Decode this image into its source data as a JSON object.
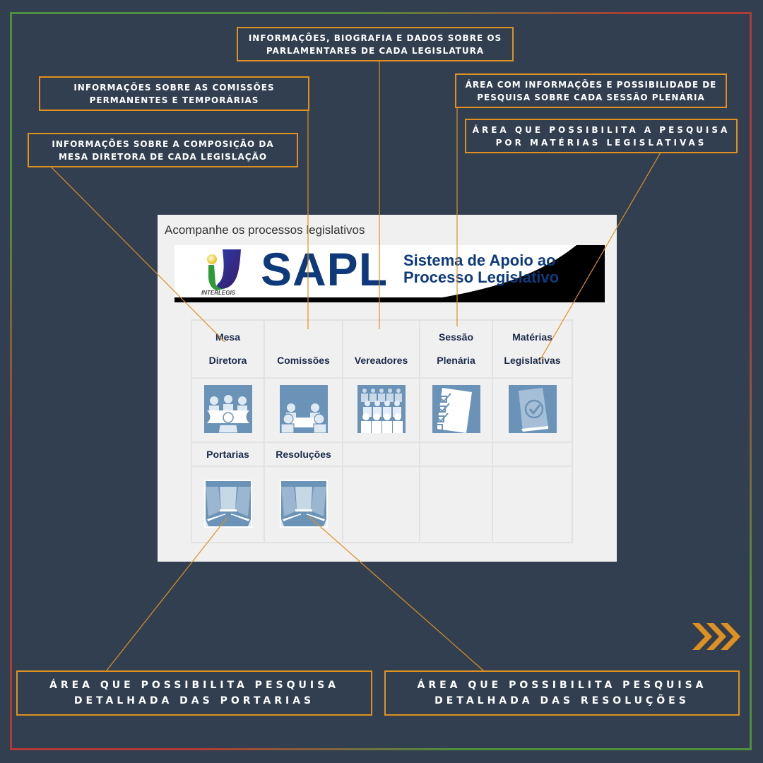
{
  "panel": {
    "title": "Acompanhe os processos legislativos",
    "banner": {
      "logo_text": "INTERLEGIS",
      "acronym": "SAPL",
      "subtitle_line1": "Sistema de Apoio ao",
      "subtitle_line2": "Processo Legislativo"
    },
    "grid": {
      "row1": [
        {
          "line1": "Mesa",
          "line2": "Diretora",
          "icon": "meeting-table-icon"
        },
        {
          "line1": "",
          "line2": "Comissões",
          "icon": "committee-icon"
        },
        {
          "line1": "",
          "line2": "Vereadores",
          "icon": "council-members-icon"
        },
        {
          "line1": "Sessão",
          "line2": "Plenária",
          "icon": "checklist-icon"
        },
        {
          "line1": "Matérias",
          "line2": "Legislativas",
          "icon": "approved-document-icon"
        }
      ],
      "row2": [
        {
          "label": "Portarias",
          "icon": "auditorium-icon"
        },
        {
          "label": "Resoluções",
          "icon": "auditorium-icon"
        }
      ]
    }
  },
  "callouts": {
    "vereadores": {
      "line1": "INFORMAÇÕES, BIOGRAFIA E DADOS SOBRE OS",
      "line2": "PARLAMENTARES DE CADA LEGISLATURA"
    },
    "comissoes": {
      "line1": "INFORMAÇÕES SOBRE AS COMISSÕES",
      "line2": "PERMANENTES E TEMPORÁRIAS"
    },
    "mesa": {
      "line1": "INFORMAÇÕES SOBRE A COMPOSIÇÃO DA",
      "line2": "MESA DIRETORA DE CADA LEGISLAÇÃO"
    },
    "sessao": {
      "line1": "ÁREA COM INFORMAÇÕES E POSSIBILIDADE DE",
      "line2": "PESQUISA SOBRE CADA SESSÃO PLENÁRIA"
    },
    "materias": {
      "line1": "ÁREA QUE POSSIBILITA A PESQUISA",
      "line2": "POR MATÉRIAS LEGISLATIVAS"
    },
    "portarias": {
      "line1": "ÁREA QUE POSSIBILITA PESQUISA",
      "line2": "DETALHADA DAS PORTARIAS"
    },
    "resolucoes": {
      "line1": "ÁREA QUE POSSIBILITA PESQUISA",
      "line2": "DETALHADA DAS RESOLUÇÕES"
    }
  },
  "colors": {
    "background": "#323f50",
    "accent": "#e0901e",
    "frame_green": "#4f8f3c",
    "frame_red": "#b23a36",
    "sapl_blue": "#0e3a7c",
    "icon_blue": "#6b93b8"
  },
  "next_icon": "triple-chevron-right-icon"
}
